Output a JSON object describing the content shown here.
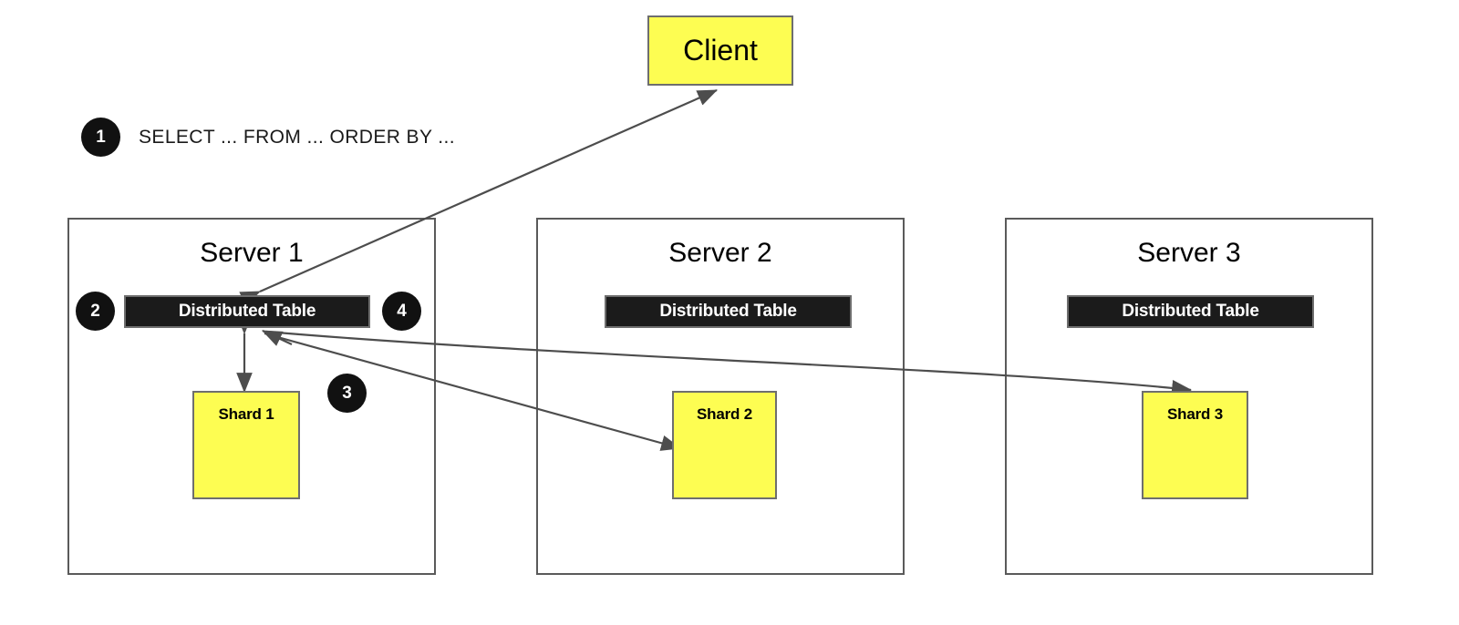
{
  "diagram": {
    "title": "Distributed Table Query Flow",
    "colors": {
      "node_fill": "#fdfd52",
      "bar_fill": "#1b1b1b",
      "badge_fill": "#111111",
      "stroke": "#5a5a5a",
      "arrow": "#4d4d4d"
    }
  },
  "client": {
    "label": "Client"
  },
  "steps": [
    {
      "number": "1",
      "text": "SELECT ... FROM ... ORDER BY ..."
    },
    {
      "number": "2",
      "text": ""
    },
    {
      "number": "3",
      "text": ""
    },
    {
      "number": "4",
      "text": ""
    }
  ],
  "servers": [
    {
      "title": "Server 1",
      "distributed_table": "Distributed Table",
      "shard": "Shard 1"
    },
    {
      "title": "Server 2",
      "distributed_table": "Distributed Table",
      "shard": "Shard 2"
    },
    {
      "title": "Server 3",
      "distributed_table": "Distributed Table",
      "shard": "Shard 3"
    }
  ]
}
